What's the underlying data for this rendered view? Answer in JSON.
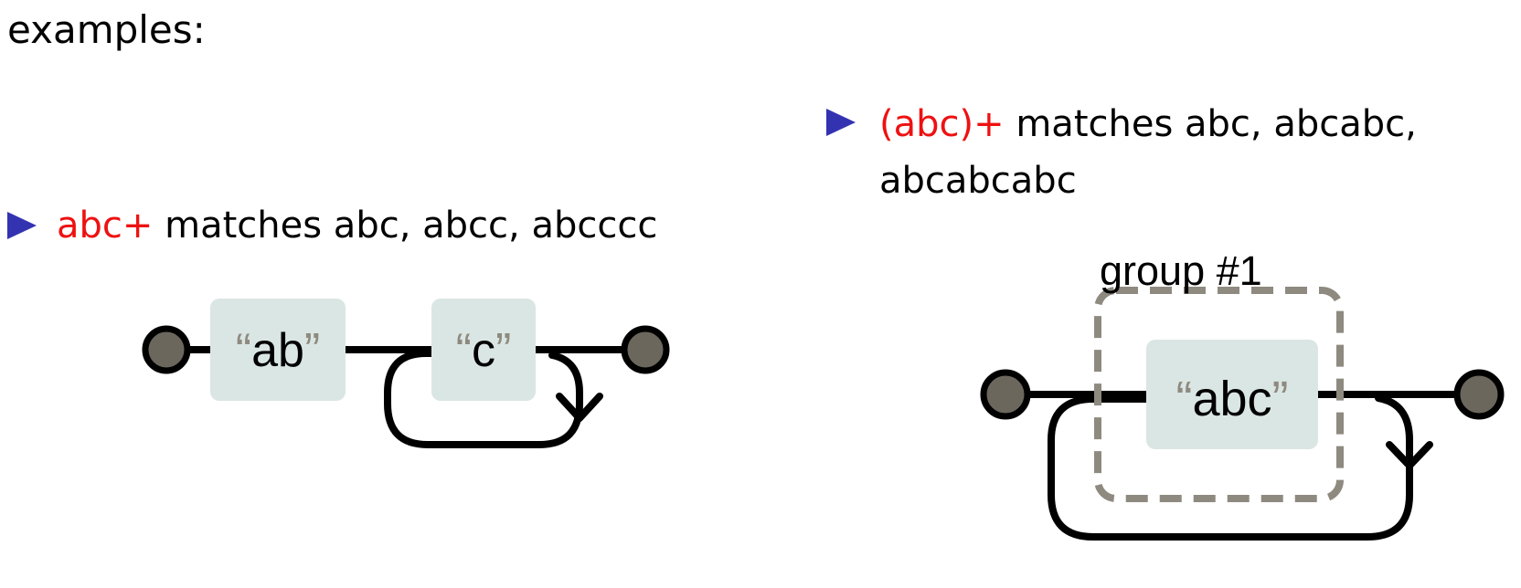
{
  "heading": "examples:",
  "colors": {
    "bullet": "#3333b2",
    "highlight": "#ee1111",
    "node_fill": "#dae6e3",
    "terminal_fill": "#6b675c",
    "group_border": "#8e8a80",
    "quote_color": "#8e8a80"
  },
  "items": [
    {
      "pattern": "abc+",
      "rest_line1": " matches abc, abcc, abcccc",
      "rest_line2": ""
    },
    {
      "pattern": "(abc)+",
      "rest_line1": " matches abc, abcabc,",
      "rest_line2": "abcabcabc"
    }
  ],
  "diagram1": {
    "node1": {
      "open": "“",
      "text": "ab",
      "close": "”"
    },
    "node2": {
      "open": "“",
      "text": "c",
      "close": "”"
    }
  },
  "diagram2": {
    "group_label": "group #1",
    "node": {
      "open": "“",
      "text": "abc",
      "close": "”"
    }
  }
}
